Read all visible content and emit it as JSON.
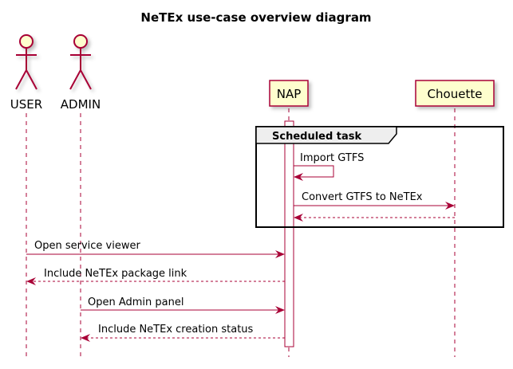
{
  "diagram": {
    "title": "NeTEx use-case overview diagram",
    "actors": [
      {
        "id": "user",
        "label": "USER"
      },
      {
        "id": "admin",
        "label": "ADMIN"
      }
    ],
    "participants": [
      {
        "id": "nap",
        "label": "NAP"
      },
      {
        "id": "chouette",
        "label": "Chouette"
      }
    ],
    "group": {
      "label": "Scheduled task"
    },
    "messages": [
      {
        "id": "m1",
        "label": "Import GTFS",
        "from": "nap",
        "to": "nap",
        "style": "solid"
      },
      {
        "id": "m2",
        "label": "Convert GTFS to NeTEx",
        "from": "nap",
        "to": "chouette",
        "style": "solid"
      },
      {
        "id": "m3",
        "label": "",
        "from": "chouette",
        "to": "nap",
        "style": "dashed"
      },
      {
        "id": "m4",
        "label": "Open service viewer",
        "from": "user",
        "to": "nap",
        "style": "solid"
      },
      {
        "id": "m5",
        "label": "Include NeTEx package link",
        "from": "nap",
        "to": "user",
        "style": "dashed"
      },
      {
        "id": "m6",
        "label": "Open Admin panel",
        "from": "admin",
        "to": "nap",
        "style": "solid"
      },
      {
        "id": "m7",
        "label": "Include NeTEx creation status",
        "from": "nap",
        "to": "admin",
        "style": "dashed"
      }
    ],
    "colors": {
      "line": "#A80036",
      "actor_fill": "#FEFECE",
      "participant_fill": "#FEFECE",
      "frame": "#000000",
      "frame_tab": "#EEEEEE"
    }
  }
}
